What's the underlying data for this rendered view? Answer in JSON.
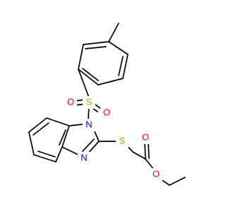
{
  "molecule": {
    "atoms": {
      "n1": "N",
      "n2": "N",
      "s_sulfonyl": "S",
      "o1": "O",
      "o2": "O",
      "s_thio": "S",
      "o_carbonyl": "O",
      "o_ester": "O"
    },
    "colors": {
      "nitrogen": "#0000ff",
      "oxygen": "#ff0000",
      "sulfur": "#b8a000",
      "bond": "#000000",
      "background": "#ffffff"
    }
  }
}
